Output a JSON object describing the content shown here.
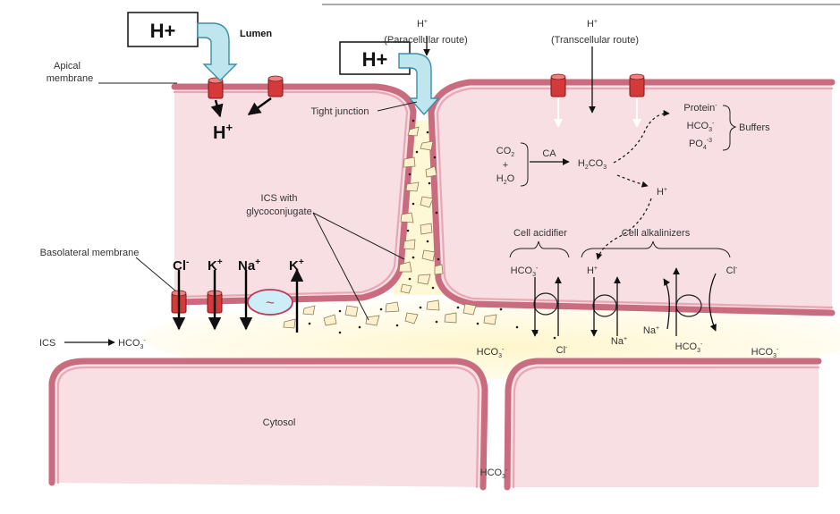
{
  "labels": {
    "h_plus_top": "H+",
    "lumen": "Lumen",
    "h_plus_para_small": "H",
    "paracellular": "(Paracellular route)",
    "h_plus_trans_small": "H",
    "transcellular": "(Transcellular route)",
    "h_plus_junction": "H+",
    "apical_line1": "Apical",
    "apical_line2": "membrane",
    "h_plus_below": "H",
    "tight_junction": "Tight junction",
    "protein": "Protein",
    "hco3_buffer": "HCO",
    "po4": "PO",
    "buffers": "Buffers",
    "co2": "CO",
    "plus": "+",
    "h2o": "H",
    "ca": "CA",
    "h2co3": "H",
    "h_plus_cyto": "H",
    "ics_with_line1": "ICS with",
    "ics_with_line2": "glycoconjugate",
    "basolateral": "Basolateral membrane",
    "cell_acidifier": "Cell acidifier",
    "cell_alkalinizers": "Cell alkalinizers",
    "cl_ion": "Cl",
    "k_ion": "K",
    "na_ion": "Na",
    "k_ion2": "K",
    "hco3_acid": "HCO",
    "h_plus_alk": "H",
    "cl_alk": "Cl",
    "ics": "ICS",
    "hco3_ics": "HCO",
    "hco3_space1": "HCO",
    "cl_space": "Cl",
    "na_space1": "Na",
    "na_space2": "Na",
    "hco3_space2": "HCO",
    "hco3_space3": "HCO",
    "cytosol": "Cytosol",
    "hco3_bottom": "HCO",
    "tilde": "~"
  },
  "colors": {
    "cell": "#f7dfe4",
    "membrane": "#c96c80",
    "interstitial": "#fff8d6",
    "h_arrow": "#bfe6ef",
    "channel": "#d43a3a",
    "pump": "#cdeef7"
  }
}
